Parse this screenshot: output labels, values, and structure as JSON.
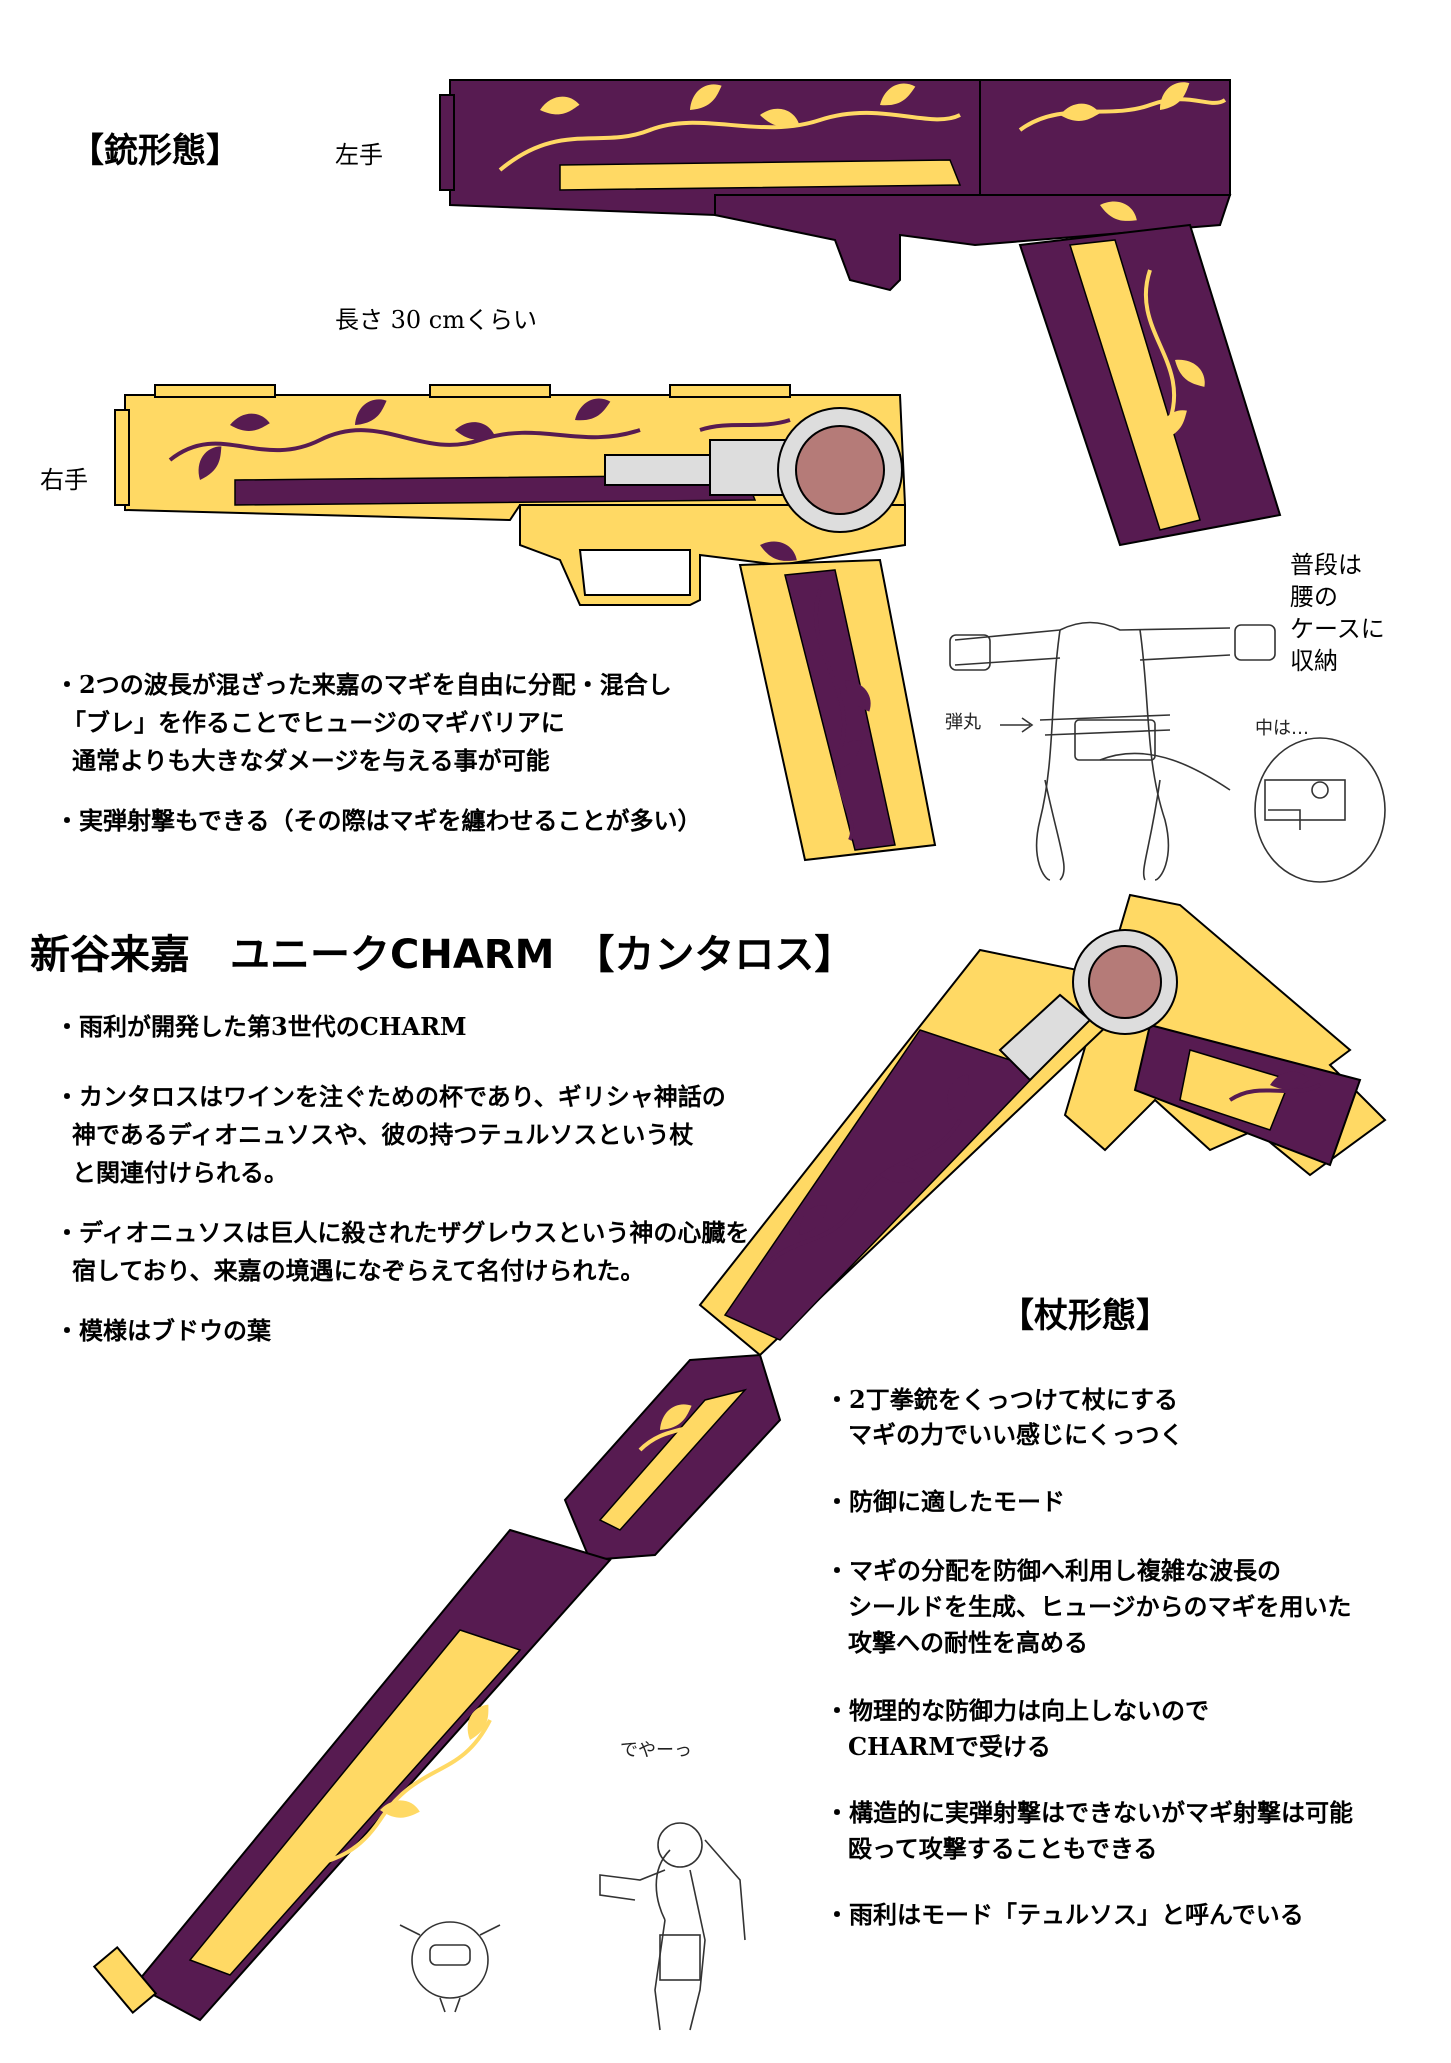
{
  "gun_form": {
    "heading": "【銃形態】",
    "left_hand": "左手",
    "right_hand": "右手",
    "length": "長さ 30 cmくらい"
  },
  "gun_notes": [
    "・2つの波長が混ざった来嘉のマギを自由に分配・混合し",
    "「ブレ」を作ることでヒュージのマギバリアに",
    "通常よりも大きなダメージを与える事が可能",
    "・実弾射撃もできる（その際はマギを纏わせることが多い）"
  ],
  "storage_note": [
    "普段は",
    "腰の",
    "ケースに",
    "収納"
  ],
  "sketch_labels": {
    "bullet": "弾丸",
    "inside": "中は…",
    "shout": "でやーっ"
  },
  "title": "新谷来嘉　ユニークCHARM　【カンタロス】",
  "charm_notes": [
    "・雨利が開発した第3世代のCHARM",
    "・カンタロスはワインを注ぐための杯であり、ギリシャ神話の",
    "神であるディオニュソスや、彼の持つテュルソスという杖",
    "と関連付けられる。",
    "・ディオニュソスは巨人に殺されたザグレウスという神の心臓を",
    "宿しており、来嘉の境遇になぞらえて名付けられた。",
    "・模様はブドウの葉"
  ],
  "staff_form": {
    "heading": "【杖形態】",
    "notes": [
      "・2丁拳銃をくっつけて杖にする",
      "マギの力でいい感じにくっつく",
      "・防御に適したモード",
      "・マギの分配を防御へ利用し複雑な波長の",
      "シールドを生成、ヒュージからのマギを用いた",
      "攻撃への耐性を高める",
      "・物理的な防御力は向上しないので",
      "CHARMで受ける",
      "・構造的に実弾射撃はできないがマギ射撃は可能",
      "殴って攻撃することもできる",
      "・雨利はモード「テュルソス」と呼んでいる"
    ]
  },
  "colors": {
    "purple": "#571b51",
    "gold": "#ffd964",
    "grey": "#dddddd",
    "rose": "#b57b78"
  }
}
